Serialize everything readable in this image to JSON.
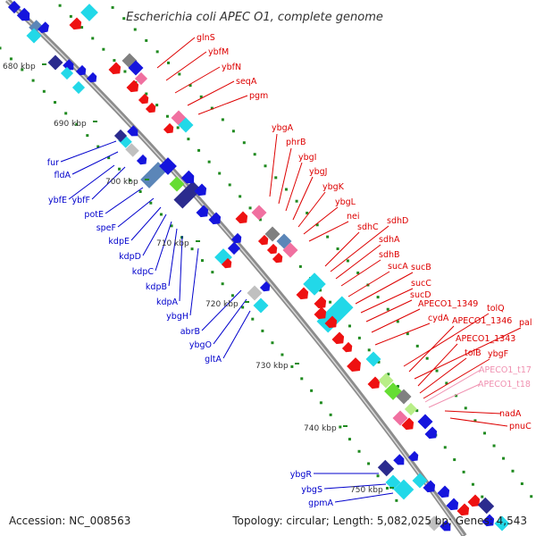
{
  "title": "Escherichia coli APEC O1, complete genome",
  "footer": {
    "accession": "Accession: NC_008563",
    "summary": "Topology: circular; Length: 5,082,025 bp; Genes: 4,543"
  },
  "colors": {
    "backbone": "#8c8c8c",
    "forward_label": "#0000cc",
    "reverse_label": "#dd0000",
    "trna_label": "#f090b0",
    "tick": "#1f8a1f"
  },
  "kbp_labels": [
    "680 kbp",
    "690 kbp",
    "700 kbp",
    "710 kbp",
    "720 kbp",
    "730 kbp",
    "740 kbp",
    "750 kbp"
  ],
  "forward_genes": [
    "fur",
    "fldA",
    "ybfE",
    "ybfF",
    "potE",
    "speF",
    "kdpE",
    "kdpD",
    "kdpC",
    "kdpB",
    "kdpA",
    "ybgH",
    "abrB",
    "ybgO",
    "gltA",
    "ybgR",
    "ybgS",
    "gpmA"
  ],
  "reverse_genes": [
    "glnS",
    "ybfM",
    "ybfN",
    "seqA",
    "pgm",
    "ybgA",
    "phrB",
    "ybgI",
    "ybgJ",
    "ybgK",
    "ybgL",
    "nei",
    "sdhC",
    "sdhD",
    "sdhA",
    "sdhB",
    "sucA",
    "sucB",
    "sucC",
    "sucD",
    "APECO1_1349",
    "cydA",
    "tolQ",
    "APECO1_1346",
    "pal",
    "APECO1_1343",
    "tolB",
    "ybgF",
    "nadA",
    "pnuC"
  ],
  "trna_genes": [
    "APECO1_t17",
    "APECO1_t18"
  ]
}
